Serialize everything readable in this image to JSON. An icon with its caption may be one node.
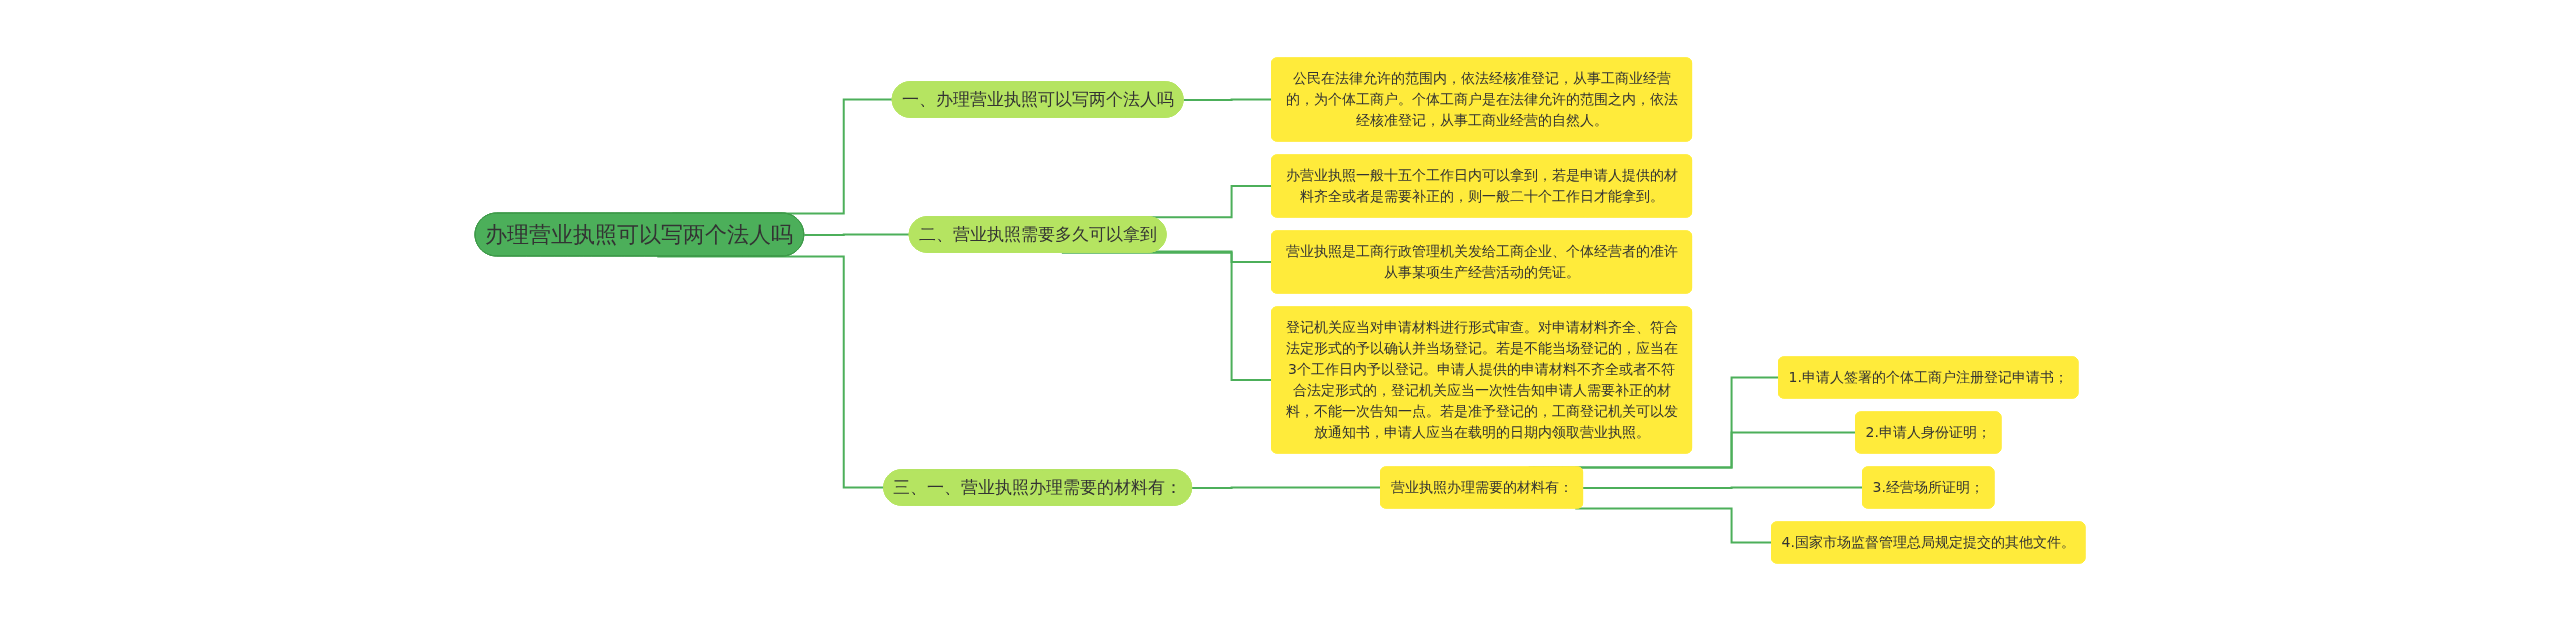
{
  "diagram": {
    "nodes": [
      {
        "text": [
          "办理营业执照可以写两个法人吗"
        ]
      },
      {
        "text": [
          "一、办理营业执照可以写两个法人吗"
        ]
      },
      {
        "text": [
          "公民在法律允许的范围内，依法经核准登记，从事工商业经营的，为个体工商户。个体工商户是在法律允许的范围之内，依法经核准登记，从事工商业经营的自然人。"
        ]
      },
      {
        "text": [
          "二、营业执照需要多久可以拿到"
        ]
      },
      {
        "text": [
          "办营业执照一般十五个工作日内可以拿到，若是申请人提供的材料齐全或者是需要补正的，则一般二十个工作日才能拿到。"
        ]
      },
      {
        "text": [
          "营业执照是工商行政管理机关发给工商企业、个体经营者的准许从事某项生产经营活动的凭证。"
        ]
      },
      {
        "text": [
          "登记机关应当对申请材料进行形式审查。对申请材料齐全、符合法定形式的予以确认并当场登记。若是不能当场登记的，应当在3个工作日内予以登记。申请人提供的申请材料不齐全或者不符合法定形式的，登记机关应当一次性告知申请人需要补正的材料，不能一次告知一点。若是准予登记的，工商登记机关可以发放通知书，申请人应当在载明的日期内领取营业执照。"
        ]
      },
      {
        "text": [
          "三、一、营业执照办理需要的材料有："
        ]
      },
      {
        "text": [
          "营业执照办理需要的材料有："
        ]
      },
      {
        "text": [
          "1.申请人签署的个体工商户注册登记申请书；"
        ]
      },
      {
        "text": [
          "2.申请人身份证明；"
        ]
      },
      {
        "text": [
          "3.经营场所证明；"
        ]
      },
      {
        "text": [
          "4.国家市场监督管理总局规定提交的其他文件。"
        ]
      }
    ],
    "edges": [
      {
        "from": 0,
        "to": 1,
        "arrow": "none"
      },
      {
        "from": 1,
        "to": 2,
        "arrow": "none"
      },
      {
        "from": 0,
        "to": 3,
        "arrow": "none"
      },
      {
        "from": 3,
        "to": 4,
        "arrow": "none"
      },
      {
        "from": 3,
        "to": 5,
        "arrow": "none"
      },
      {
        "from": 3,
        "to": 6,
        "arrow": "none"
      },
      {
        "from": 0,
        "to": 7,
        "arrow": "none"
      },
      {
        "from": 7,
        "to": 8,
        "arrow": "none"
      },
      {
        "from": 8,
        "to": 9,
        "arrow": "none"
      },
      {
        "from": 8,
        "to": 10,
        "arrow": "none"
      },
      {
        "from": 8,
        "to": 11,
        "arrow": "none"
      },
      {
        "from": 8,
        "to": 12,
        "arrow": "none"
      }
    ]
  }
}
